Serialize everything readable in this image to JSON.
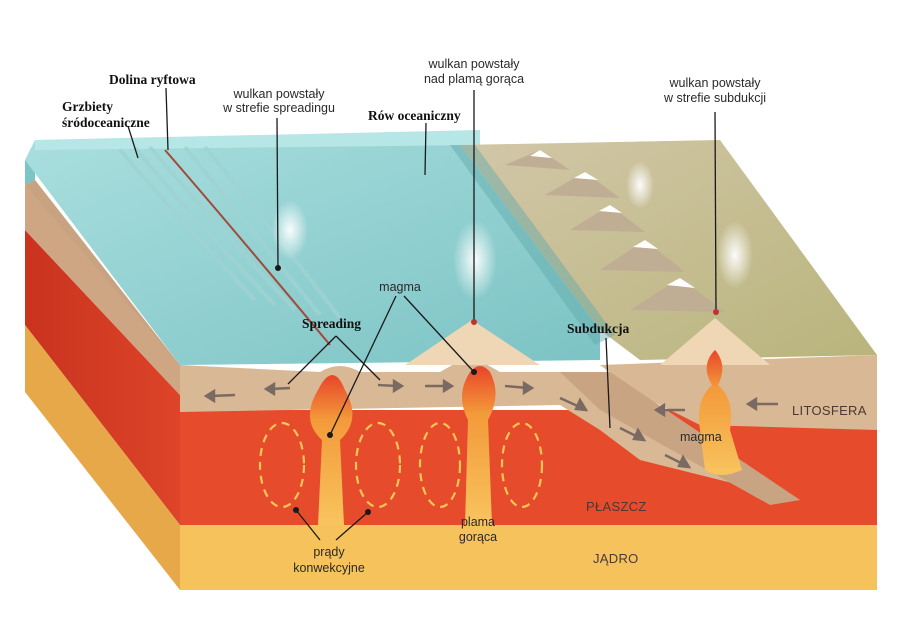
{
  "labels": {
    "grzbiety_line1": "Grzbiety",
    "grzbiety_line2": "śródoceaniczne",
    "dolina": "Dolina ryftowa",
    "wulkan_spreading_line1": "wulkan powstały",
    "wulkan_spreading_line2": "w strefie spreadingu",
    "row": "Rów oceaniczny",
    "wulkan_plama_line1": "wulkan powstały",
    "wulkan_plama_line2": "nad plamą gorąca",
    "wulkan_subdukcja_line1": "wulkan powstały",
    "wulkan_subdukcja_line2": "w strefie subdukcji",
    "magma_top": "magma",
    "spreading": "Spreading",
    "subdukcja": "Subdukcja",
    "litosfera": "LITOSFERA",
    "magma_right": "magma",
    "plaszcz": "PŁASZCZ",
    "plama_line1": "plama",
    "plama_line2": "gorąca",
    "prady_line1": "prądy",
    "prady_line2": "konwekcyjne",
    "jadro": "JĄDRO"
  },
  "colors": {
    "ocean": "#8fcfcf",
    "ocean_top": "#a6dcdc",
    "land": "#c9c08a",
    "lithosphere": "#d6b594",
    "mantle": "#e64b2c",
    "core": "#f5c25c",
    "magma": "#f08a2c"
  }
}
